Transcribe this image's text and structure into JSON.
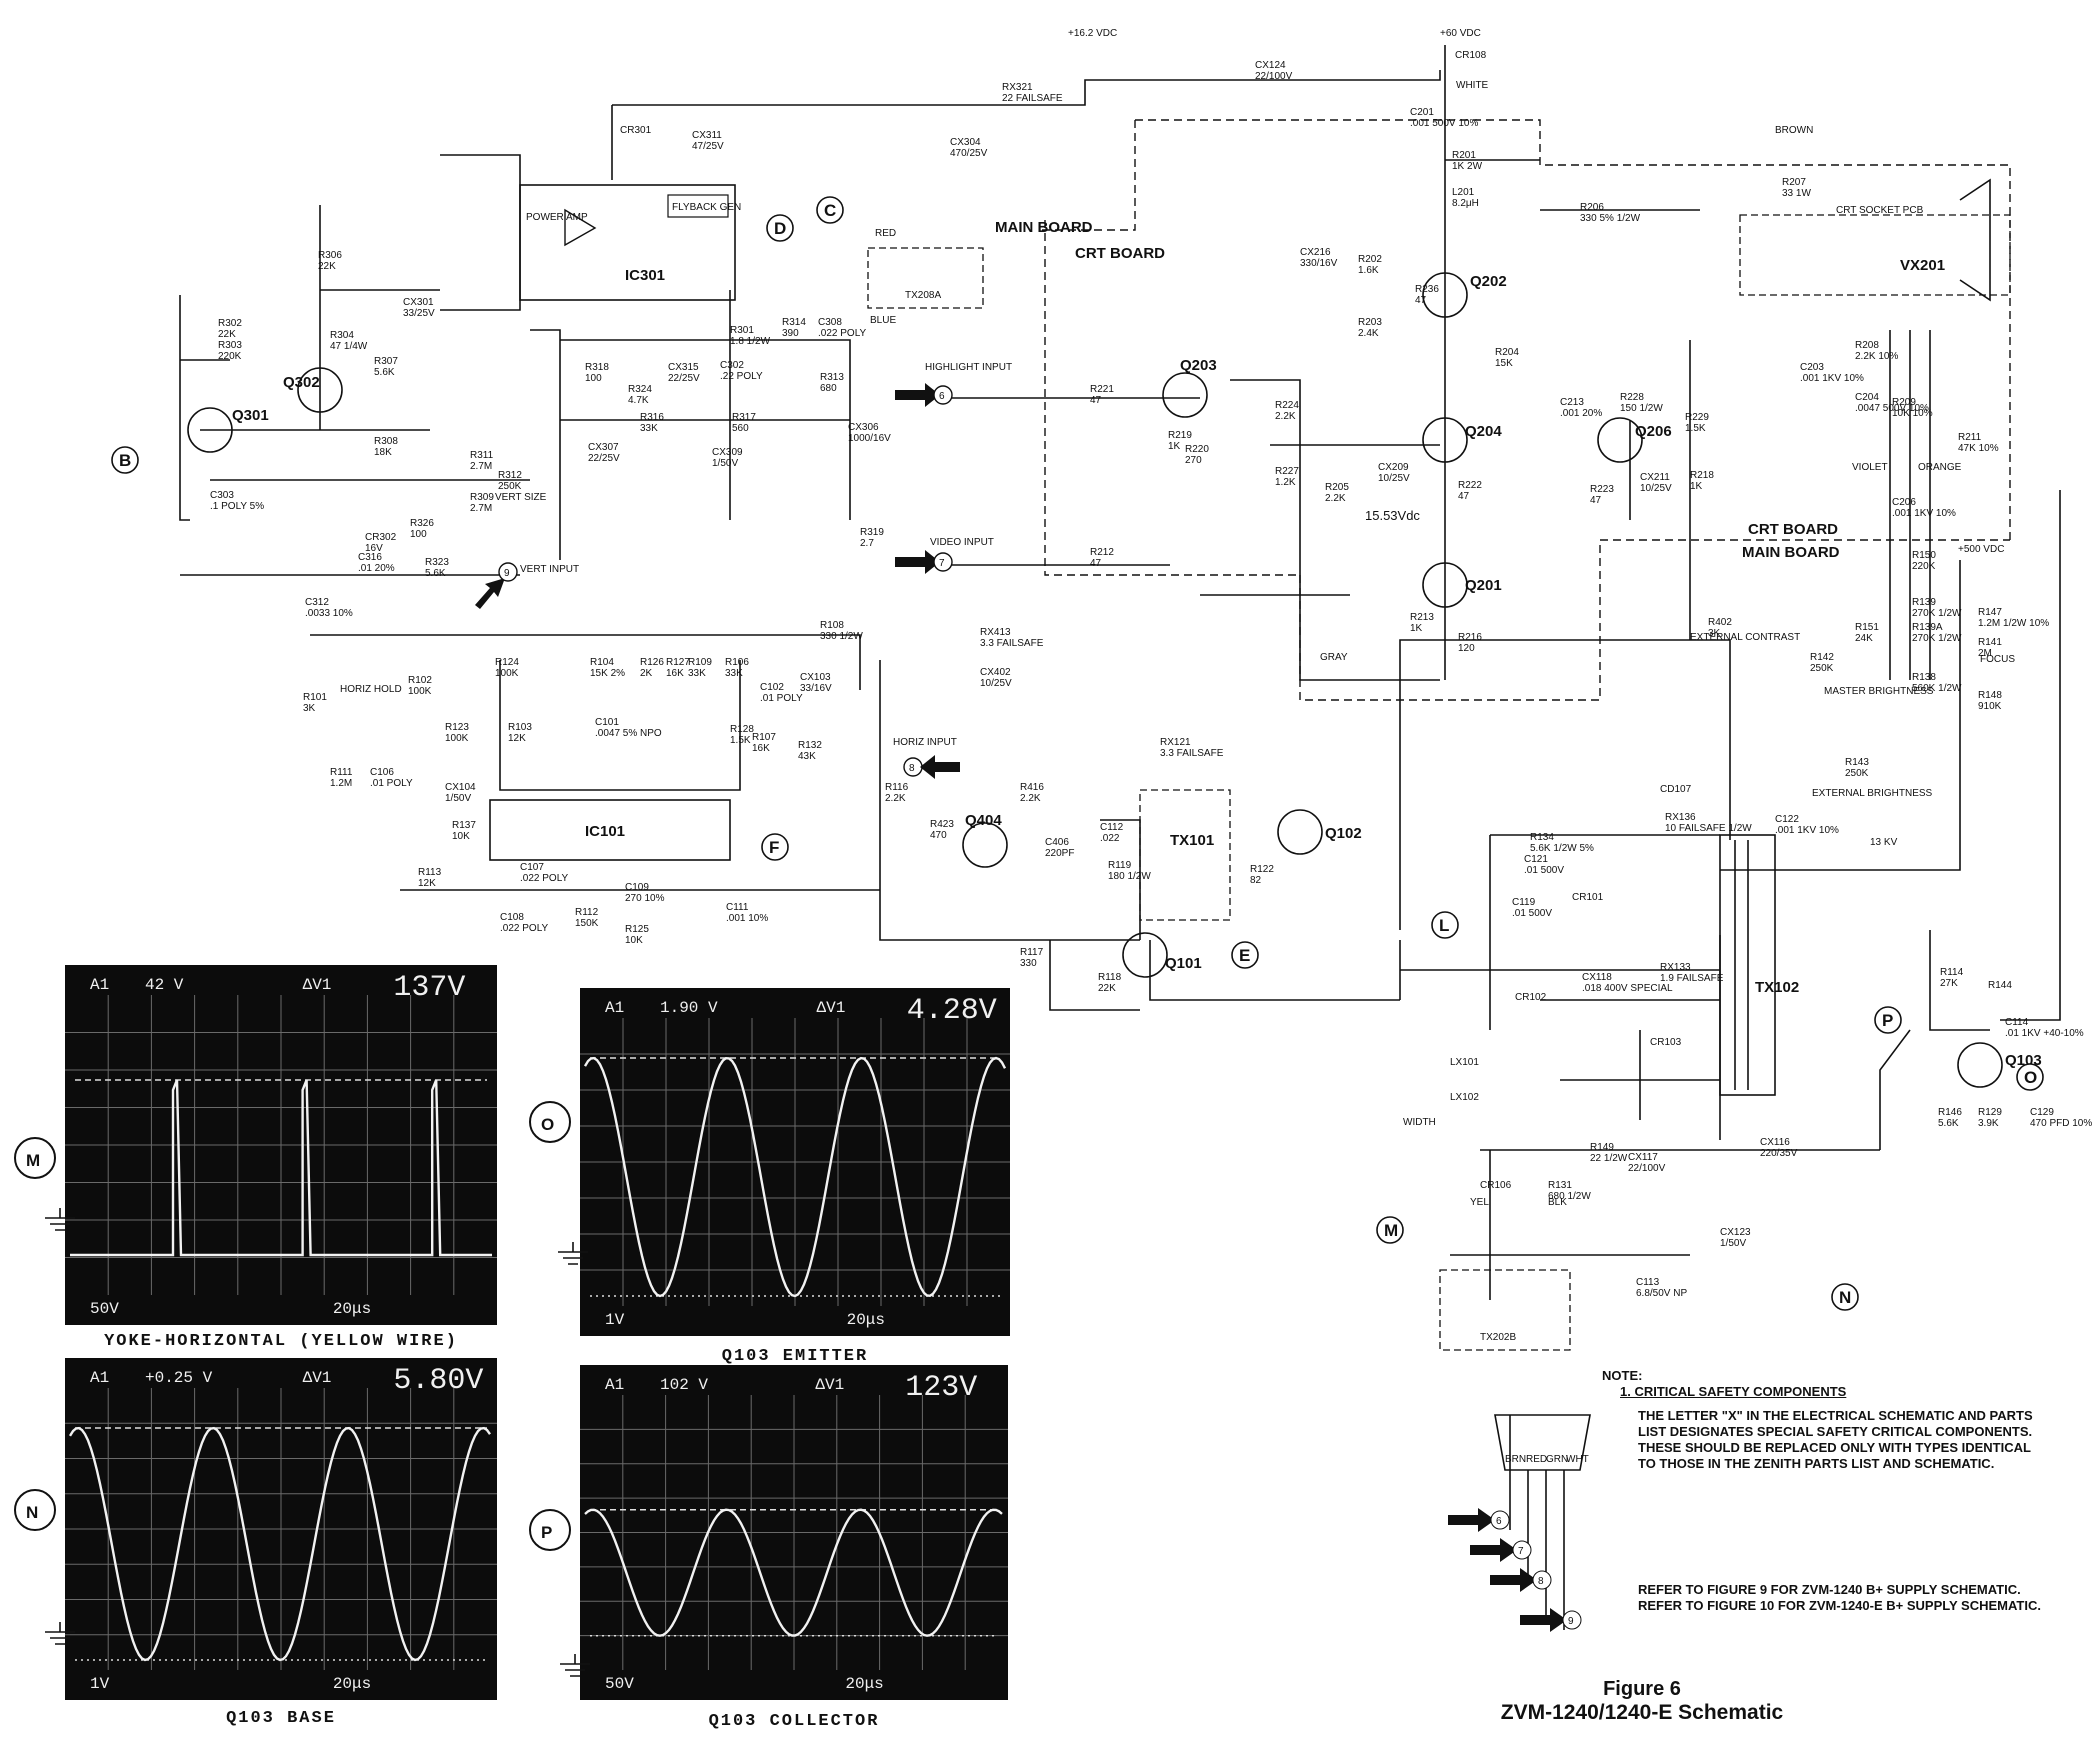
{
  "figure": {
    "number": "Figure 6",
    "title": "ZVM-1240/1240-E Schematic"
  },
  "note": {
    "heading": "NOTE:",
    "item_title": "1. CRITICAL SAFETY COMPONENTS",
    "item_body": "THE LETTER \"X\" IN THE ELECTRICAL SCHEMATIC AND PARTS LIST DESIGNATES SPECIAL SAFETY CRITICAL COMPONENTS. THESE SHOULD BE REPLACED ONLY WITH TYPES IDENTICAL TO THOSE IN THE ZENITH PARTS LIST AND SCHEMATIC.",
    "refer_1": "REFER TO FIGURE 9 FOR ZVM-1240 B+ SUPPLY SCHEMATIC.",
    "refer_2": "REFER TO FIGURE 10 FOR ZVM-1240-E B+ SUPPLY SCHEMATIC."
  },
  "board_labels": {
    "main_board": "MAIN BOARD",
    "crt_board": "CRT BOARD",
    "crt_socket": "CRT SOCKET PCB",
    "vx": "VX201",
    "external_contrast": "EXTERNAL CONTRAST",
    "external_brightness": "EXTERNAL BRIGHTNESS",
    "master_brightness": "MASTER BRIGHTNESS",
    "horiz_hold": "HORIZ HOLD",
    "vert_size": "VERT SIZE",
    "width": "WIDTH",
    "focus": "FOCUS",
    "flyback": "FLYBACK GEN",
    "power_amp": "POWER AMP",
    "voltage_reading": "15.53Vdc"
  },
  "ics": [
    "IC301",
    "IC101"
  ],
  "transistors": [
    "Q301",
    "Q302",
    "Q202",
    "Q203",
    "Q204",
    "Q206",
    "Q201",
    "Q404",
    "Q102",
    "Q101",
    "Q103"
  ],
  "transformers": [
    "TX208A",
    "TX101",
    "TX102",
    "TX202B"
  ],
  "inputs": [
    {
      "pin": "6",
      "label": "HIGHLIGHT INPUT"
    },
    {
      "pin": "7",
      "label": "VIDEO INPUT"
    },
    {
      "pin": "8",
      "label": "HORIZ INPUT"
    },
    {
      "pin": "9",
      "label": "VERT INPUT"
    }
  ],
  "supply_labels": [
    "+16.2 VDC",
    "+60 VDC",
    "+500 VDC",
    "13 KV"
  ],
  "wire_colors": [
    "WHITE",
    "BROWN",
    "RED",
    "BLUE",
    "VIOLET",
    "ORANGE",
    "GRAY",
    "YEL",
    "BLK"
  ],
  "connector_pins": [
    "BRN",
    "RED",
    "GRN",
    "WHT"
  ],
  "test_points": [
    "B",
    "C",
    "D",
    "E",
    "F",
    "L",
    "M",
    "N",
    "O",
    "P"
  ],
  "components": [
    {
      "id": "R306",
      "value": "22K"
    },
    {
      "id": "R302",
      "value": "22K"
    },
    {
      "id": "R303",
      "value": "220K"
    },
    {
      "id": "R304",
      "value": "47 1/4W"
    },
    {
      "id": "R307",
      "value": "5.6K"
    },
    {
      "id": "R308",
      "value": "18K"
    },
    {
      "id": "CX301",
      "value": "33/25V"
    },
    {
      "id": "C303",
      "value": ".1 POLY 5%"
    },
    {
      "id": "R311",
      "value": "2.7M"
    },
    {
      "id": "R309",
      "value": "2.7M"
    },
    {
      "id": "R312",
      "value": "250K"
    },
    {
      "id": "R318",
      "value": "100"
    },
    {
      "id": "R324",
      "value": "4.7K"
    },
    {
      "id": "R316",
      "value": "33K"
    },
    {
      "id": "CX315",
      "value": "22/25V"
    },
    {
      "id": "CX307",
      "value": "22/25V"
    },
    {
      "id": "CX309",
      "value": "1/50V"
    },
    {
      "id": "R317",
      "value": "560"
    },
    {
      "id": "R301",
      "value": "1.8 1/2W"
    },
    {
      "id": "C302",
      "value": ".22 POLY"
    },
    {
      "id": "R314",
      "value": "390"
    },
    {
      "id": "C308",
      "value": ".022 POLY"
    },
    {
      "id": "R313",
      "value": "680"
    },
    {
      "id": "CX306",
      "value": "1000/16V"
    },
    {
      "id": "R319",
      "value": "2.7"
    },
    {
      "id": "CX311",
      "value": "47/25V"
    },
    {
      "id": "CR301",
      "value": ""
    },
    {
      "id": "RX321",
      "value": "22 FAILSAFE"
    },
    {
      "id": "CX304",
      "value": "470/25V"
    },
    {
      "id": "CX124",
      "value": "22/100V"
    },
    {
      "id": "CR108",
      "value": ""
    },
    {
      "id": "C201",
      "value": ".001 500V 10%"
    },
    {
      "id": "R201",
      "value": "1K 2W"
    },
    {
      "id": "L201",
      "value": "8.2μH"
    },
    {
      "id": "R206",
      "value": "330 5% 1/2W"
    },
    {
      "id": "R207",
      "value": "33 1W"
    },
    {
      "id": "CX216",
      "value": "330/16V"
    },
    {
      "id": "R202",
      "value": "1.6K"
    },
    {
      "id": "R203",
      "value": "2.4K"
    },
    {
      "id": "R236",
      "value": "47"
    },
    {
      "id": "R204",
      "value": "15K"
    },
    {
      "id": "R221",
      "value": "47"
    },
    {
      "id": "R219",
      "value": "1K"
    },
    {
      "id": "R220",
      "value": "270"
    },
    {
      "id": "R224",
      "value": "2.2K"
    },
    {
      "id": "R227",
      "value": "1.2K"
    },
    {
      "id": "R205",
      "value": "2.2K"
    },
    {
      "id": "CX209",
      "value": "10/25V"
    },
    {
      "id": "R222",
      "value": "47"
    },
    {
      "id": "C213",
      "value": ".001 20%"
    },
    {
      "id": "R228",
      "value": "150 1/2W"
    },
    {
      "id": "R229",
      "value": "1.5K"
    },
    {
      "id": "R223",
      "value": "47"
    },
    {
      "id": "CX211",
      "value": "10/25V"
    },
    {
      "id": "R218",
      "value": "1K"
    },
    {
      "id": "R212",
      "value": "47"
    },
    {
      "id": "R213",
      "value": "1K"
    },
    {
      "id": "R216",
      "value": "120"
    },
    {
      "id": "R402",
      "value": "3K"
    },
    {
      "id": "C203",
      "value": ".001 1KV 10%"
    },
    {
      "id": "R208",
      "value": "2.2K 10%"
    },
    {
      "id": "C204",
      "value": ".0047 500V 10%"
    },
    {
      "id": "R209",
      "value": "10K 10%"
    },
    {
      "id": "R211",
      "value": "47K 10%"
    },
    {
      "id": "C206",
      "value": ".001 1KV 10%"
    },
    {
      "id": "R150",
      "value": "220K"
    },
    {
      "id": "R139",
      "value": "270K 1/2W"
    },
    {
      "id": "R139A",
      "value": "270K 1/2W"
    },
    {
      "id": "R138",
      "value": "560K 1/2W"
    },
    {
      "id": "R151",
      "value": "24K"
    },
    {
      "id": "R142",
      "value": "250K"
    },
    {
      "id": "R147",
      "value": "1.2M 1/2W 10%"
    },
    {
      "id": "R141",
      "value": "2M"
    },
    {
      "id": "R148",
      "value": "910K"
    },
    {
      "id": "R143",
      "value": "250K"
    },
    {
      "id": "R108",
      "value": "330 1/2W"
    },
    {
      "id": "RX413",
      "value": "3.3 FAILSAFE"
    },
    {
      "id": "CX402",
      "value": "10/25V"
    },
    {
      "id": "R101",
      "value": "3K"
    },
    {
      "id": "R102",
      "value": "100K"
    },
    {
      "id": "R124",
      "value": "100K"
    },
    {
      "id": "R123",
      "value": "100K"
    },
    {
      "id": "R103",
      "value": "12K"
    },
    {
      "id": "R104",
      "value": "15K 2%"
    },
    {
      "id": "R126",
      "value": "2K"
    },
    {
      "id": "R127",
      "value": "16K"
    },
    {
      "id": "R109",
      "value": "33K"
    },
    {
      "id": "R106",
      "value": "33K"
    },
    {
      "id": "CX103",
      "value": "33/16V"
    },
    {
      "id": "C102",
      "value": ".01 POLY"
    },
    {
      "id": "C101",
      "value": ".0047 5% NPO"
    },
    {
      "id": "R128",
      "value": "1.5K"
    },
    {
      "id": "R107",
      "value": "16K"
    },
    {
      "id": "R132",
      "value": "43K"
    },
    {
      "id": "R111",
      "value": "1.2M"
    },
    {
      "id": "C106",
      "value": ".01 POLY"
    },
    {
      "id": "CX104",
      "value": "1/50V"
    },
    {
      "id": "R137",
      "value": "10K"
    },
    {
      "id": "R113",
      "value": "12K"
    },
    {
      "id": "C107",
      "value": ".022 POLY"
    },
    {
      "id": "C108",
      "value": ".022 POLY"
    },
    {
      "id": "R112",
      "value": "150K"
    },
    {
      "id": "C109",
      "value": "270 10%"
    },
    {
      "id": "R125",
      "value": "10K"
    },
    {
      "id": "C111",
      "value": ".001 10%"
    },
    {
      "id": "R116",
      "value": "2.2K"
    },
    {
      "id": "R423",
      "value": "470"
    },
    {
      "id": "R416",
      "value": "2.2K"
    },
    {
      "id": "C406",
      "value": "220PF"
    },
    {
      "id": "C112",
      "value": ".022"
    },
    {
      "id": "R119",
      "value": "180 1/2W"
    },
    {
      "id": "RX121",
      "value": "3.3 FAILSAFE"
    },
    {
      "id": "R122",
      "value": "82"
    },
    {
      "id": "R117",
      "value": "330"
    },
    {
      "id": "R118",
      "value": "22K"
    },
    {
      "id": "R134",
      "value": "5.6K 1/2W 5%"
    },
    {
      "id": "C121",
      "value": ".01 500V"
    },
    {
      "id": "C119",
      "value": ".01 500V"
    },
    {
      "id": "CR101",
      "value": ""
    },
    {
      "id": "CD107",
      "value": ""
    },
    {
      "id": "RX136",
      "value": "10 FAILSAFE 1/2W"
    },
    {
      "id": "C122",
      "value": ".001 1KV 10%"
    },
    {
      "id": "CX118",
      "value": ".018 400V SPECIAL"
    },
    {
      "id": "RX133",
      "value": "1.9 FAILSAFE"
    },
    {
      "id": "CR102",
      "value": ""
    },
    {
      "id": "CR103",
      "value": ""
    },
    {
      "id": "LX101",
      "value": ""
    },
    {
      "id": "LX102",
      "value": ""
    },
    {
      "id": "R149",
      "value": "22 1/2W"
    },
    {
      "id": "CX117",
      "value": "22/100V"
    },
    {
      "id": "CX116",
      "value": "220/35V"
    },
    {
      "id": "R114",
      "value": "27K"
    },
    {
      "id": "R144",
      "value": ""
    },
    {
      "id": "C114",
      "value": ".01 1KV +40-10%"
    },
    {
      "id": "R146",
      "value": "5.6K"
    },
    {
      "id": "R129",
      "value": "3.9K"
    },
    {
      "id": "C129",
      "value": "470 PFD 10%"
    },
    {
      "id": "CR106",
      "value": ""
    },
    {
      "id": "R131",
      "value": "680 1/2W"
    },
    {
      "id": "CX123",
      "value": "1/50V"
    },
    {
      "id": "C113",
      "value": "6.8/50V NP"
    },
    {
      "id": "CR302",
      "value": "16V"
    },
    {
      "id": "R326",
      "value": "100"
    },
    {
      "id": "C316",
      "value": ".01 20%"
    },
    {
      "id": "R323",
      "value": "5.6K"
    },
    {
      "id": "C312",
      "value": ".0033 10%"
    }
  ],
  "oscilloscopes": [
    {
      "tag": "M",
      "caption": "YOKE-HORIZONTAL (YELLOW WIRE)",
      "a1": "A1",
      "a1_value": "42 V",
      "delta": "ΔV1",
      "reading": "137V",
      "vdiv": "50V",
      "tdiv": "20μs"
    },
    {
      "tag": "O",
      "caption": "Q103 EMITTER",
      "a1": "A1",
      "a1_value": "1.90 V",
      "delta": "ΔV1",
      "reading": "4.28V",
      "vdiv": "1V",
      "tdiv": "20μs"
    },
    {
      "tag": "N",
      "caption": "Q103 BASE",
      "a1": "A1",
      "a1_value": "+0.25 V",
      "delta": "ΔV1",
      "reading": "5.80V",
      "vdiv": "1V",
      "tdiv": "20μs"
    },
    {
      "tag": "P",
      "caption": "Q103 COLLECTOR",
      "a1": "A1",
      "a1_value": "102 V",
      "delta": "ΔV1",
      "reading": "123V",
      "vdiv": "50V",
      "tdiv": "20μs"
    }
  ]
}
